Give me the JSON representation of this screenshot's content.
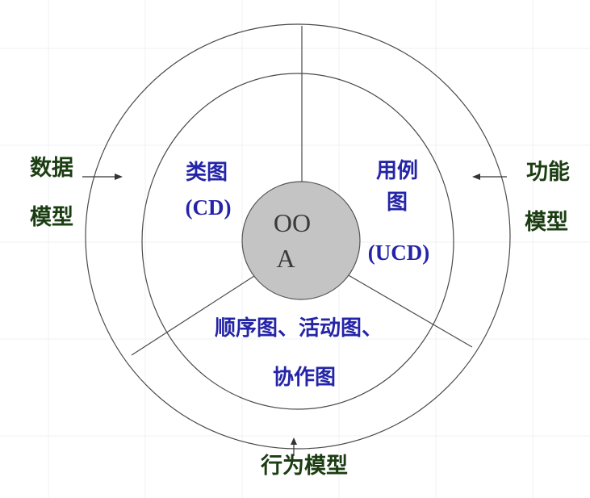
{
  "center": {
    "line1": "OO",
    "line2": "A"
  },
  "outer_labels": {
    "data_model_line1": "数据",
    "data_model_line2": "模型",
    "function_model_line1": "功能",
    "function_model_line2": "模型",
    "behavior_model": "行为模型"
  },
  "inner_labels": {
    "class_diagram": "类图",
    "class_diagram_abbr": "(CD)",
    "use_case_line1": "用例",
    "use_case_line2": "图",
    "use_case_abbr": "(UCD)",
    "behavior_diagrams_line1": "顺序图、活动图、",
    "behavior_diagrams_line2": "协作图"
  },
  "colors": {
    "outer_label": "#1b3d12",
    "inner_label": "#2424a8",
    "core_fill": "#c4c4c4",
    "ring_stroke": "#4a4a4a"
  }
}
